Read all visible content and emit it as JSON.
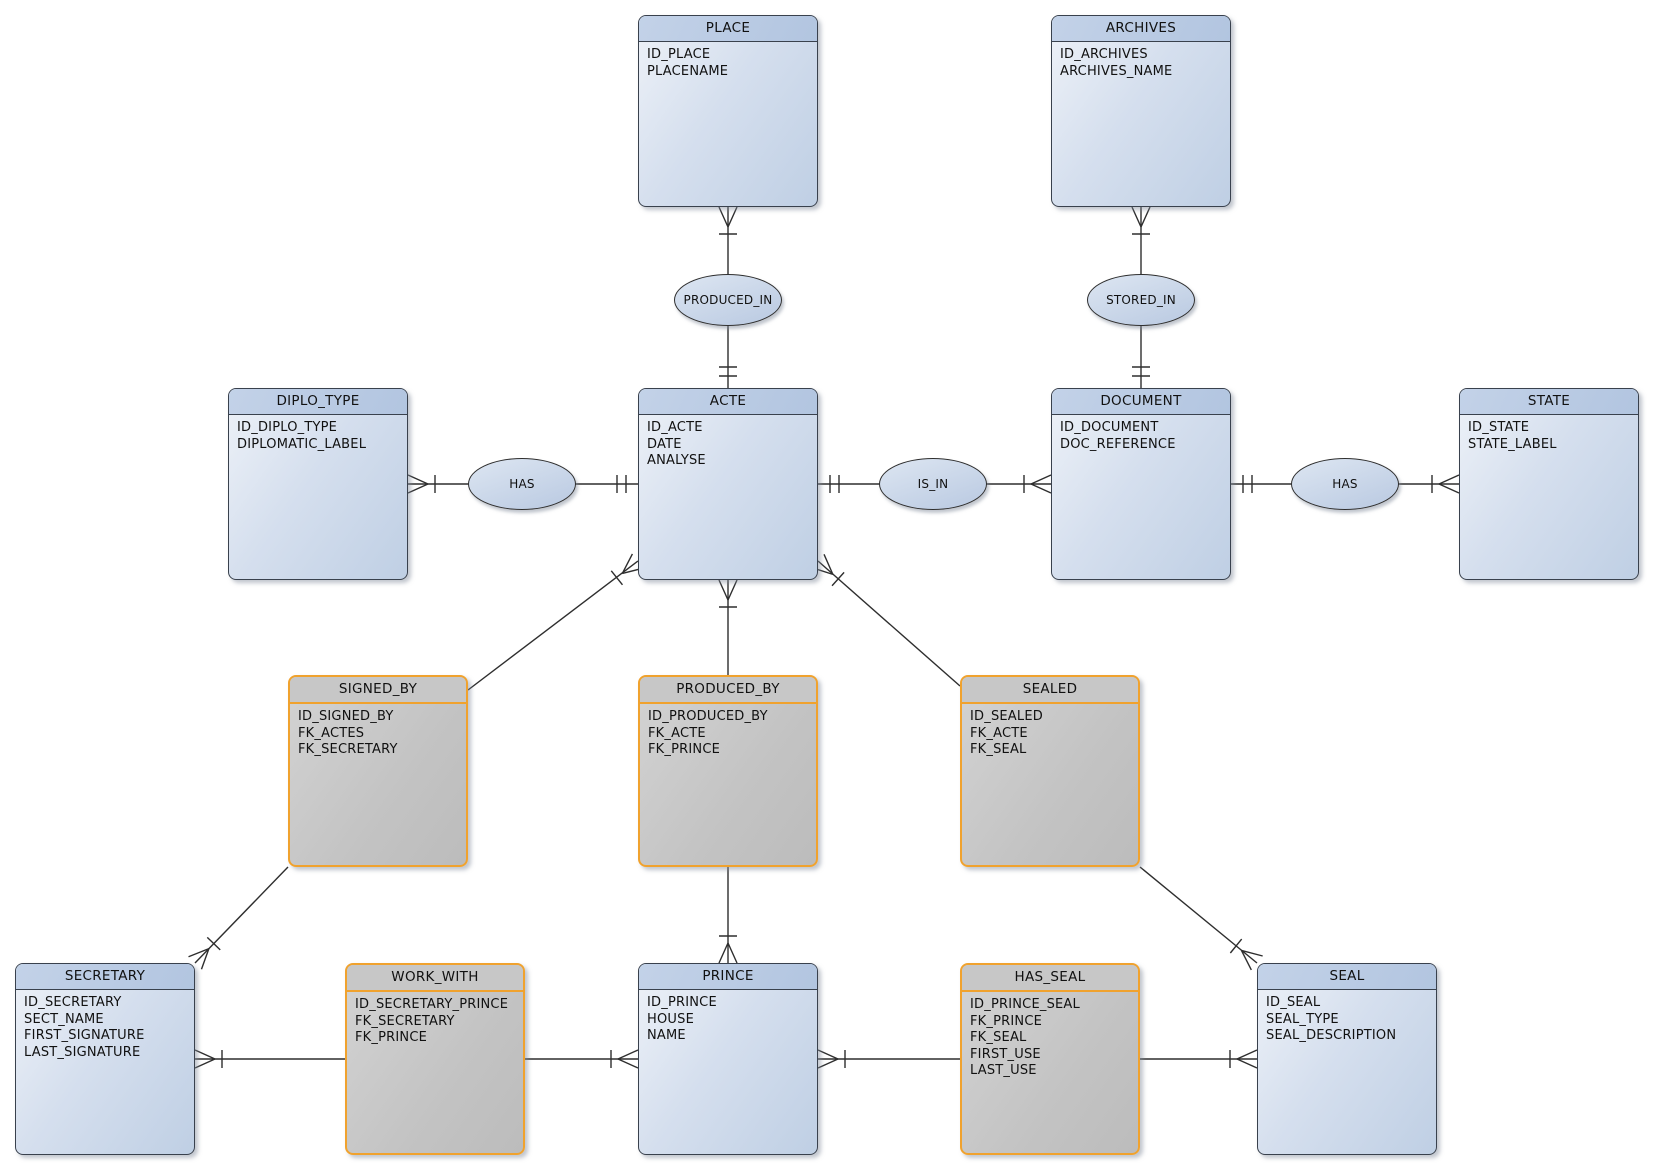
{
  "diagram_type": "entity-relationship",
  "colors": {
    "entity_header": "#b7c9e3",
    "entity_body": "#d5dfee",
    "entity_border": "#39414d",
    "junction_body": "#c6c6c6",
    "junction_border": "#f0a22e",
    "connector_line": "#2e2e2e",
    "background": "#ffffff"
  },
  "entities": {
    "place": {
      "name": "PLACE",
      "attributes": [
        "ID_PLACE",
        "PLACENAME"
      ]
    },
    "archives": {
      "name": "ARCHIVES",
      "attributes": [
        "ID_ARCHIVES",
        "ARCHIVES_NAME"
      ]
    },
    "diplo_type": {
      "name": "DIPLO_TYPE",
      "attributes": [
        "ID_DIPLO_TYPE",
        "DIPLOMATIC_LABEL"
      ]
    },
    "acte": {
      "name": "ACTE",
      "attributes": [
        "ID_ACTE",
        "DATE",
        "ANALYSE"
      ]
    },
    "document": {
      "name": "DOCUMENT",
      "attributes": [
        "ID_DOCUMENT",
        "DOC_REFERENCE"
      ]
    },
    "state": {
      "name": "STATE",
      "attributes": [
        "ID_STATE",
        "STATE_LABEL"
      ]
    },
    "signed_by": {
      "name": "SIGNED_BY",
      "attributes": [
        "ID_SIGNED_BY",
        "FK_ACTES",
        "FK_SECRETARY"
      ]
    },
    "produced_by": {
      "name": "PRODUCED_BY",
      "attributes": [
        "ID_PRODUCED_BY",
        "FK_ACTE",
        "FK_PRINCE"
      ]
    },
    "sealed": {
      "name": "SEALED",
      "attributes": [
        "ID_SEALED",
        "FK_ACTE",
        "FK_SEAL"
      ]
    },
    "secretary": {
      "name": "SECRETARY",
      "attributes": [
        "ID_SECRETARY",
        "SECT_NAME",
        "FIRST_SIGNATURE",
        "LAST_SIGNATURE"
      ]
    },
    "work_with": {
      "name": "WORK_WITH",
      "attributes": [
        "ID_SECRETARY_PRINCE",
        "FK_SECRETARY",
        "FK_PRINCE"
      ]
    },
    "prince": {
      "name": "PRINCE",
      "attributes": [
        "ID_PRINCE",
        "HOUSE",
        "NAME"
      ]
    },
    "has_seal": {
      "name": "HAS_SEAL",
      "attributes": [
        "ID_PRINCE_SEAL",
        "FK_PRINCE",
        "FK_SEAL",
        "FIRST_USE",
        "LAST_USE"
      ]
    },
    "seal": {
      "name": "SEAL",
      "attributes": [
        "ID_SEAL",
        "SEAL_TYPE",
        "SEAL_DESCRIPTION"
      ]
    }
  },
  "relations": {
    "produced_in": {
      "label": "PRODUCED_IN"
    },
    "stored_in": {
      "label": "STORED_IN"
    },
    "has_diplo": {
      "label": "HAS"
    },
    "is_in": {
      "label": "IS_IN"
    },
    "has_state": {
      "label": "HAS"
    }
  }
}
